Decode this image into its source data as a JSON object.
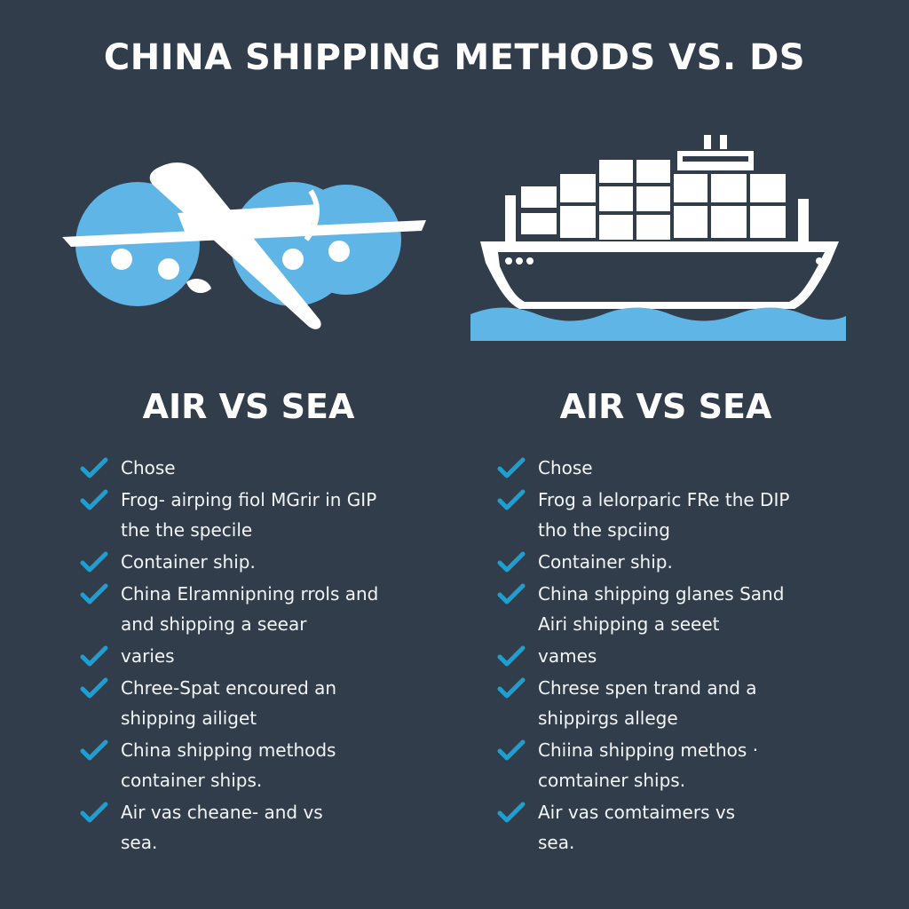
{
  "title": "CHINA SHIPPING METHODS VS. DS",
  "colors": {
    "background": "#323d4b",
    "accent": "#1e9fd0",
    "water": "#5fb5e6",
    "text": "#ffffff"
  },
  "columns": [
    {
      "icon": "airplane-icon",
      "heading": "AIR VS SEA",
      "items": [
        {
          "lines": [
            "Chose"
          ]
        },
        {
          "lines": [
            "Frog- airping fiol MGrir in GIP",
            "the the specile"
          ]
        },
        {
          "lines": [
            "Container ship."
          ]
        },
        {
          "lines": [
            "China Elramnipning rrols and",
            "and shipping a seear"
          ]
        },
        {
          "lines": [
            "varies"
          ]
        },
        {
          "lines": [
            "Chree-Spat encoured an",
            "shipping ailiget"
          ]
        },
        {
          "lines": [
            "China shipping methods",
            "container ships."
          ]
        },
        {
          "lines": [
            "Air vas cheane- and vs",
            "sea."
          ]
        }
      ]
    },
    {
      "icon": "container-ship-icon",
      "heading": "AIR VS SEA",
      "items": [
        {
          "lines": [
            "Chose"
          ]
        },
        {
          "lines": [
            "Frog a lelorparic FRe the DIP",
            "tho the spciing"
          ]
        },
        {
          "lines": [
            "Container ship."
          ]
        },
        {
          "lines": [
            "China shipping glanes Sand",
            "Airi shipping a seeet"
          ]
        },
        {
          "lines": [
            "vames"
          ]
        },
        {
          "lines": [
            "Chrese spen trand and a",
            "shippirgs allege"
          ]
        },
        {
          "lines": [
            "Chiina shipping methos ·",
            "comtainer ships."
          ]
        },
        {
          "lines": [
            "Air vas comtaimers vs",
            "sea."
          ]
        }
      ]
    }
  ]
}
